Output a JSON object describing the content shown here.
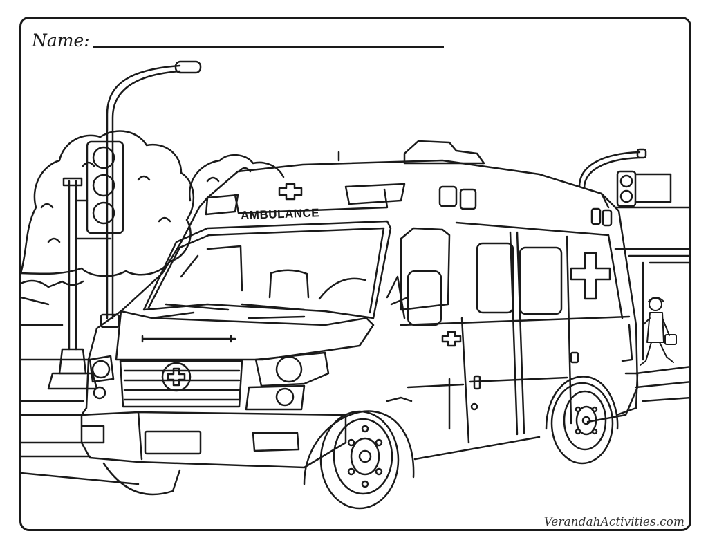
{
  "worksheet": {
    "name_label": "Name:",
    "credit": "VerandahActivities.com"
  },
  "vehicle": {
    "roof_label": "AMBULANCE"
  },
  "colors": {
    "line": "#1a1a1a",
    "background": "#ffffff"
  }
}
